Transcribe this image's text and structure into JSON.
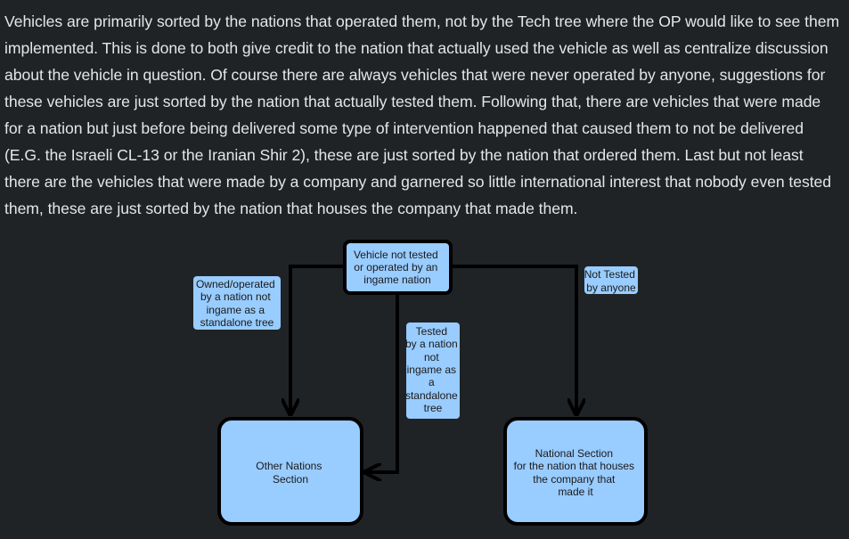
{
  "paragraph": "Vehicles are primarily sorted by the nations that operated them, not by the Tech tree where the OP would like to see them implemented. This is done to both give credit to the nation that actually used the vehicle as well as centralize discussion about the vehicle in question. Of course there are always vehicles that were never operated by anyone, suggestions for these vehicles are just sorted by the nation that actually tested them. Following that, there are vehicles that were made for a nation but just before being delivered some type of intervention happened that caused them to not be delivered (E.G. the Israeli CL-13 or the Iranian Shir 2), these are just sorted by the nation that ordered them. Last but not least there are the vehicles that were made by a company and garnered so little international interest that nobody even tested them, these are just sorted by the nation that houses the company that made them.",
  "diagram": {
    "root": [
      "Vehicle not tested",
      "or operated by an",
      "ingame nation"
    ],
    "label_left": [
      "Owned/operated",
      "by a nation not",
      "ingame as a",
      "standalone tree"
    ],
    "label_middle": [
      "Tested",
      "by a nation",
      "not",
      "ingame as",
      "a",
      "standalone",
      "tree"
    ],
    "label_right": [
      "Not Tested",
      "by anyone"
    ],
    "node_left": [
      "Other Nations",
      "Section"
    ],
    "node_right": [
      "National Section",
      "for the nation that houses",
      "the company that",
      "made it"
    ],
    "colors": {
      "box_fill": "#99ccff",
      "box_stroke": "#000000",
      "background": "#1f2326"
    }
  }
}
